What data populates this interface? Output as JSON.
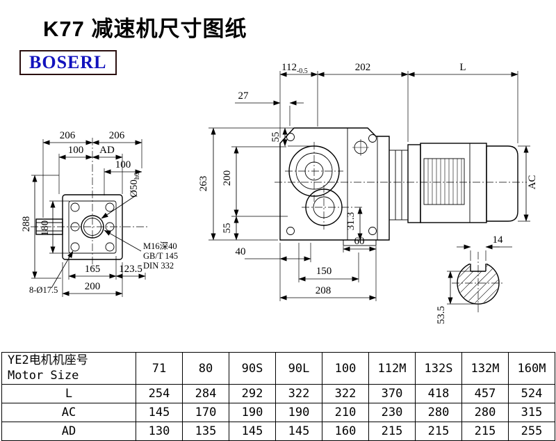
{
  "page": {
    "title": "K77 减速机尺寸图纸",
    "logo_text": "BOSERL"
  },
  "colors": {
    "logo_text": "#1212bd",
    "line": "#000000"
  },
  "dims": {
    "top_112_main": "112",
    "top_112_tol": "-0.5",
    "top_202": "202",
    "top_L": "L",
    "d27": "27",
    "d55_top": "55",
    "d263": "263",
    "d200_left": "200",
    "d55_bottom": "55",
    "d40": "40",
    "d31_3": "31.3",
    "d60": "60",
    "d150": "150",
    "d208": "208",
    "dAC": "AC",
    "lv_206_left": "206",
    "lv_206_right": "206",
    "lv_100_left": "100",
    "lv_AD": "AD",
    "lv_100_small": "100",
    "lv_d50_main": "Ø50",
    "lv_d50_tol": "h6",
    "lv_288": "288",
    "lv_180": "180",
    "lv_165": "165",
    "lv_123_5": "123.5",
    "lv_200": "200",
    "lv_8_17_5": "8-Ø17.5",
    "note_m16": "M16深40",
    "note_gbt": "GB/T 145",
    "note_din": "DIN 332",
    "sv_14": "14",
    "sv_53_5": "53.5"
  },
  "table": {
    "header_label_cn": "YE2电机机座号",
    "header_label_en": "Motor Size",
    "columns": [
      "71",
      "80",
      "90S",
      "90L",
      "100",
      "112M",
      "132S",
      "132M",
      "160M"
    ],
    "rows": [
      {
        "label": "L",
        "values": [
          "254",
          "284",
          "292",
          "322",
          "322",
          "370",
          "418",
          "457",
          "524"
        ]
      },
      {
        "label": "AC",
        "values": [
          "145",
          "170",
          "190",
          "190",
          "210",
          "230",
          "280",
          "280",
          "315"
        ]
      },
      {
        "label": "AD",
        "values": [
          "130",
          "135",
          "145",
          "145",
          "160",
          "215",
          "215",
          "215",
          "255"
        ]
      }
    ]
  }
}
